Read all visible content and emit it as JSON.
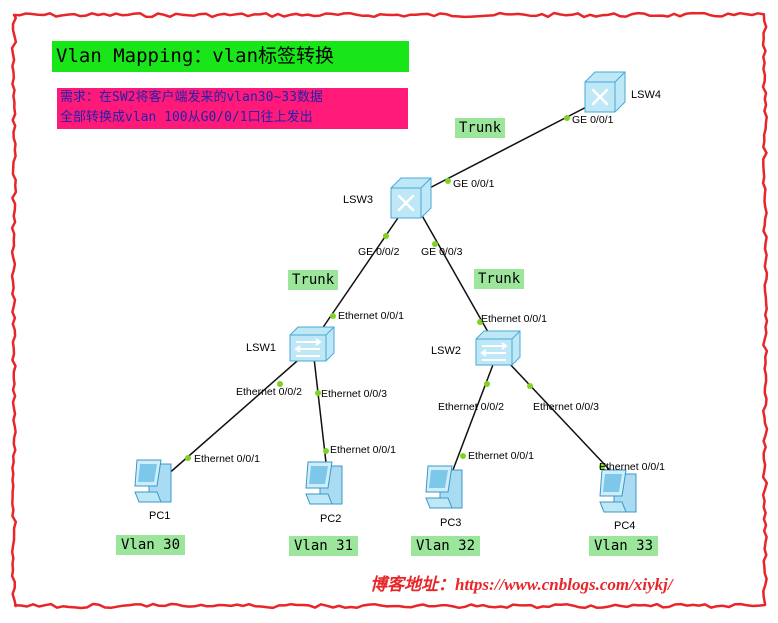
{
  "title": "Vlan Mapping：vlan标签转换",
  "requirement": {
    "line1": "需求：在SW2将客户端发来的vlan30~33数据",
    "line2": "全部转换成vlan 100从G0/0/1口往上发出"
  },
  "trunk_label": "Trunk",
  "devices": {
    "lsw4": "LSW4",
    "lsw3": "LSW3",
    "lsw1": "LSW1",
    "lsw2": "LSW2",
    "pc1": "PC1",
    "pc2": "PC2",
    "pc3": "PC3",
    "pc4": "PC4"
  },
  "ports": {
    "lsw4_ge001": "GE 0/0/1",
    "lsw3_ge001": "GE 0/0/1",
    "lsw3_ge002": "GE 0/0/2",
    "lsw3_ge003": "GE 0/0/3",
    "lsw1_eth001": "Ethernet 0/0/1",
    "lsw1_eth002": "Ethernet 0/0/2",
    "lsw1_eth003": "Ethernet 0/0/3",
    "lsw2_eth001": "Ethernet 0/0/1",
    "lsw2_eth002": "Ethernet 0/0/2",
    "lsw2_eth003": "Ethernet 0/0/3",
    "pc1_eth001": "Ethernet 0/0/1",
    "pc2_eth001": "Ethernet 0/0/1",
    "pc3_eth001": "Ethernet 0/0/1",
    "pc4_eth001": "Ethernet 0/0/1"
  },
  "vlans": {
    "pc1": "Vlan 30",
    "pc2": "Vlan 31",
    "pc3": "Vlan 32",
    "pc4": "Vlan 33"
  },
  "blog": "博客地址：https://www.cnblogs.com/xiykj/",
  "colors": {
    "border": "#e8262a",
    "title_bg": "#19e619",
    "requirement_bg": "#ff1a7a",
    "requirement_text": "#2222aa",
    "label_bg": "#9be69b",
    "port_dot": "#7ed321",
    "switch_fill": "#bfe8f7",
    "pc_fill": "#a9dcf3"
  }
}
